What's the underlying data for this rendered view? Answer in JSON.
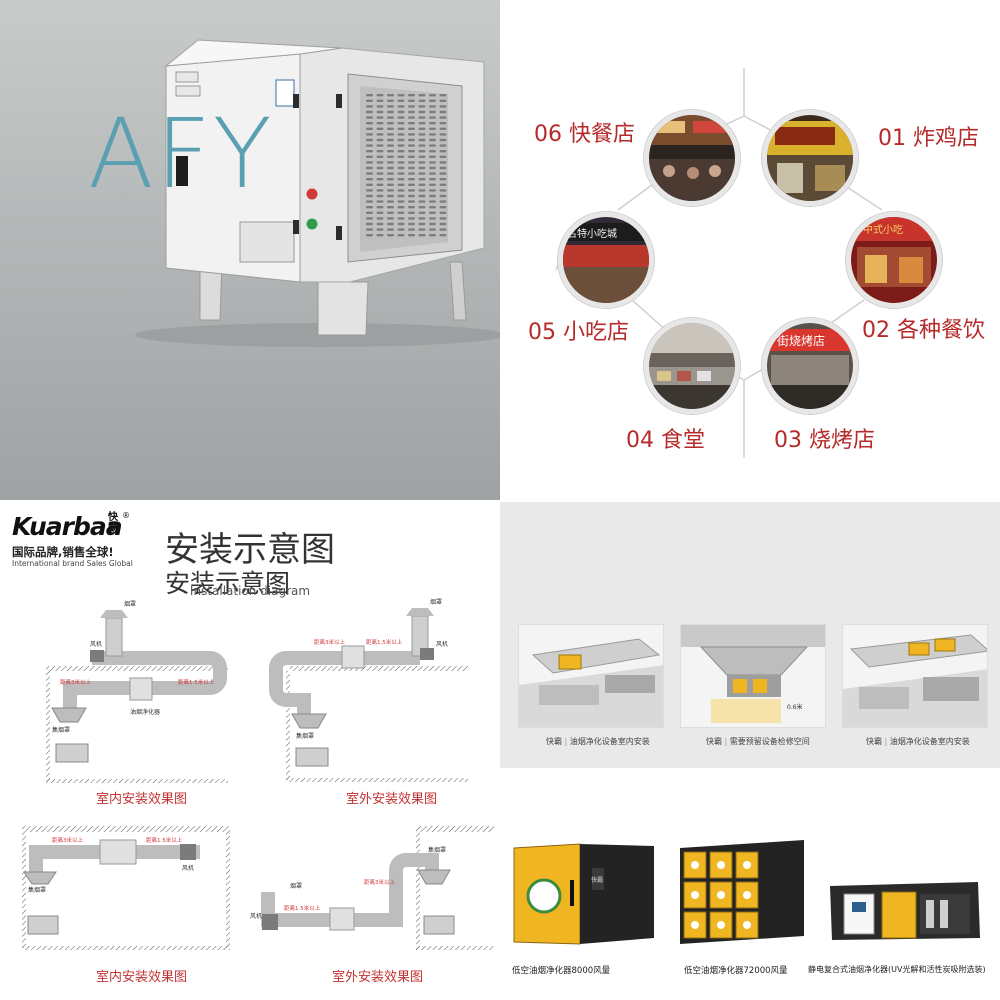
{
  "product_banner": {
    "logo_text": "AFY",
    "colors": {
      "logo": "#5a9fb2",
      "cabinet": "#eeeeee",
      "button_red": "#d23a3a",
      "button_green": "#2e9c4a"
    }
  },
  "applications": {
    "items": [
      {
        "label": "01 炸鸡店"
      },
      {
        "label": "02 各种餐饮"
      },
      {
        "label": "03 烧烤店"
      },
      {
        "label": "04 食堂"
      },
      {
        "label": "05 小吃店"
      },
      {
        "label": "06 快餐店"
      }
    ],
    "sign_texts": [
      "中式小吃",
      "名特小吃城",
      "街烧烤店"
    ],
    "colors": {
      "label": "#b52a2a"
    }
  },
  "brand_diagram": {
    "brand_name": "Kuarbaa",
    "brand_cn": "快霸",
    "registered": "®",
    "slogan": "国际品牌,销售全球!",
    "slogan_en": "International brand Sales Global",
    "title": "安装示意图",
    "captions": [
      "室内安装效果图",
      "室外安装效果图",
      "室内安装效果图",
      "室外安装效果图"
    ],
    "labels": {
      "smoke": "烟罩",
      "fan": "风机",
      "hood": "集烟罩",
      "purifier": "油烟净化器",
      "dist_3m": "距离3米以上",
      "dist_15m": "距离1.5米以上"
    }
  },
  "installation": {
    "title": "安装示意图",
    "subtitle": "Installation diagram",
    "captions": [
      {
        "brand": "快霸",
        "text": "油烟净化设备室内安装"
      },
      {
        "brand": "快霸",
        "text": "需要预留设备检修空间"
      },
      {
        "brand": "快霸",
        "text": "油烟净化设备室内安装"
      }
    ],
    "dimension_note": "0.6米"
  },
  "products": {
    "captions": [
      "低空油烟净化器8000风量",
      "低空油烟净化器72000风量",
      "静电复合式油烟净化器(UV光解和活性炭吸附选装)"
    ],
    "panel_text": "快霸",
    "colors": {
      "yellow": "#f0b622",
      "dark": "#232323"
    }
  }
}
